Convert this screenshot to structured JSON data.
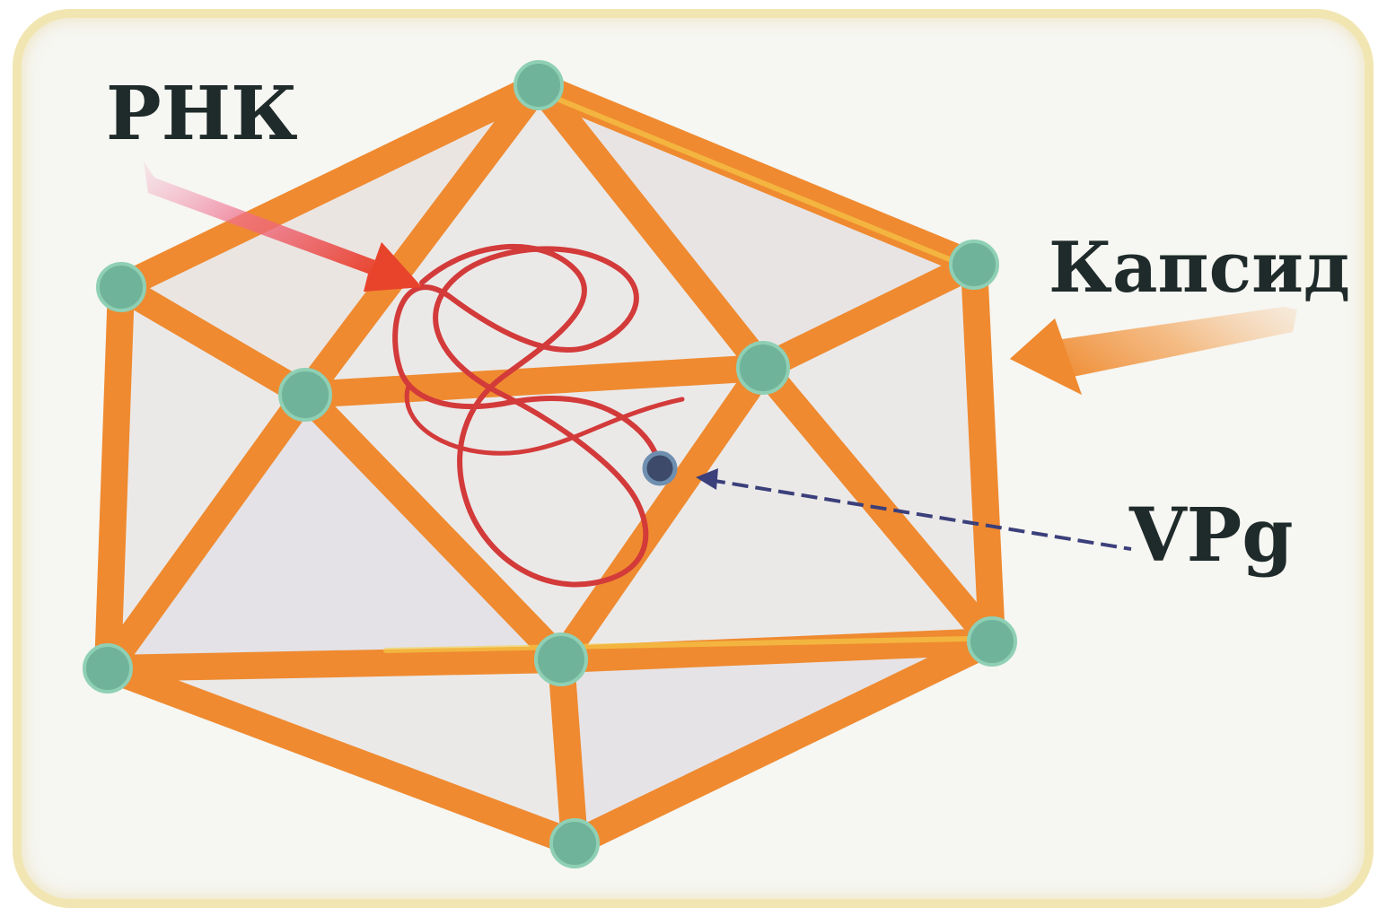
{
  "labels": {
    "rna": "РНК",
    "capsid": "Капсид",
    "vpg": "VPg"
  },
  "colors": {
    "capsid_edge": "#ef8a30",
    "capsid_vertex": "#6fb39a",
    "rna_strand": "#d33a3a",
    "rna_arrow": "#e8442c",
    "capsid_arrow": "#f29a3a",
    "vpg_pointer": "#3b3f7a",
    "vpg_dot": "#3d4a6a",
    "background": "#f6f6f2",
    "border": "#f1e6b2"
  },
  "icons": [
    "capsid-icosahedron-icon",
    "rna-strand-icon",
    "vpg-protein-dot-icon"
  ]
}
